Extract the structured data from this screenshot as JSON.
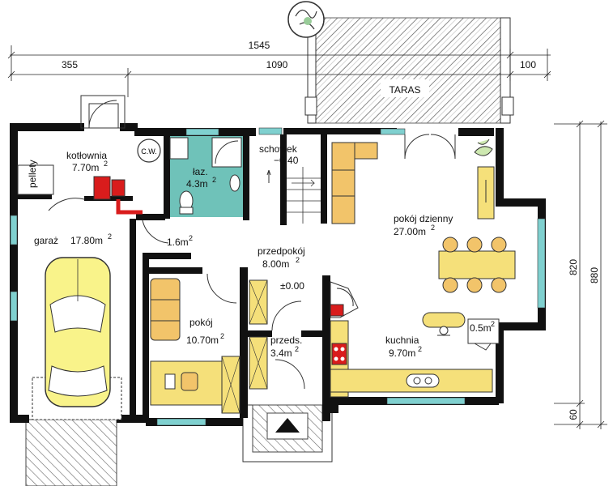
{
  "dimensions": {
    "total_width": "1545",
    "left_part": "355",
    "right_part": "1090",
    "terrace_ext": "100",
    "height_820": "820",
    "height_880": "880",
    "bottom_60": "60"
  },
  "rooms": {
    "kotlownia": {
      "name": "kotłownia",
      "area": "7.70m",
      "sup": "2"
    },
    "cw": "C.W.",
    "pellety": "pellety",
    "laz": {
      "name": "łaz.",
      "area": "4.3m",
      "sup": "2"
    },
    "schowek": {
      "name": "schowek",
      "level": "−0.40"
    },
    "pokoj_dzienny": {
      "name": "pokój dzienny",
      "area": "27.00m",
      "sup": "2"
    },
    "garaz": {
      "name": "garaż",
      "area": "17.80m",
      "sup": "2"
    },
    "wc": {
      "area": "1.6m",
      "sup": "2"
    },
    "przedpokoj": {
      "name": "przedpokój",
      "area": "8.00m",
      "sup": "2"
    },
    "zero_level": "±0.00",
    "pokoj": {
      "name": "pokój",
      "area": "10.70m",
      "sup": "2"
    },
    "przeds": {
      "name": "przeds.",
      "area": "3.4m",
      "sup": "2"
    },
    "kuchnia": {
      "name": "kuchnia",
      "area": "9.70m",
      "sup": "2"
    },
    "spizarnia": {
      "area": "0.5m",
      "sup": "2"
    },
    "taras": "TARAS"
  },
  "colors": {
    "wall": "#111111",
    "bathroom": "#6fc2b9",
    "furniture": "#f5e07a",
    "sofa": "#f2c46a",
    "car": "#f9f38a",
    "boiler": "#d91c1c",
    "window": "#7fd0cf"
  }
}
